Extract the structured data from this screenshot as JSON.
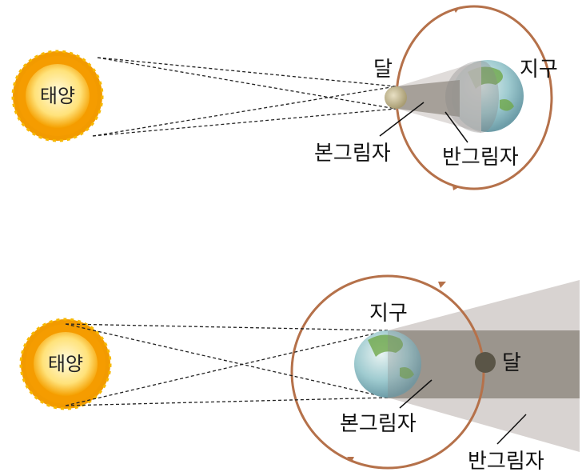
{
  "solar_eclipse": {
    "sun": "태양",
    "moon": "달",
    "earth": "지구",
    "umbra": "본그림자",
    "penumbra": "반그림자"
  },
  "lunar_eclipse": {
    "sun": "태양",
    "moon": "달",
    "earth": "지구",
    "umbra": "본그림자",
    "penumbra": "반그림자"
  },
  "colors": {
    "orbit": "#b5714a",
    "umbra": "#9b958d",
    "penumbra": "#d8d3d1",
    "moon": "#5a5547"
  }
}
